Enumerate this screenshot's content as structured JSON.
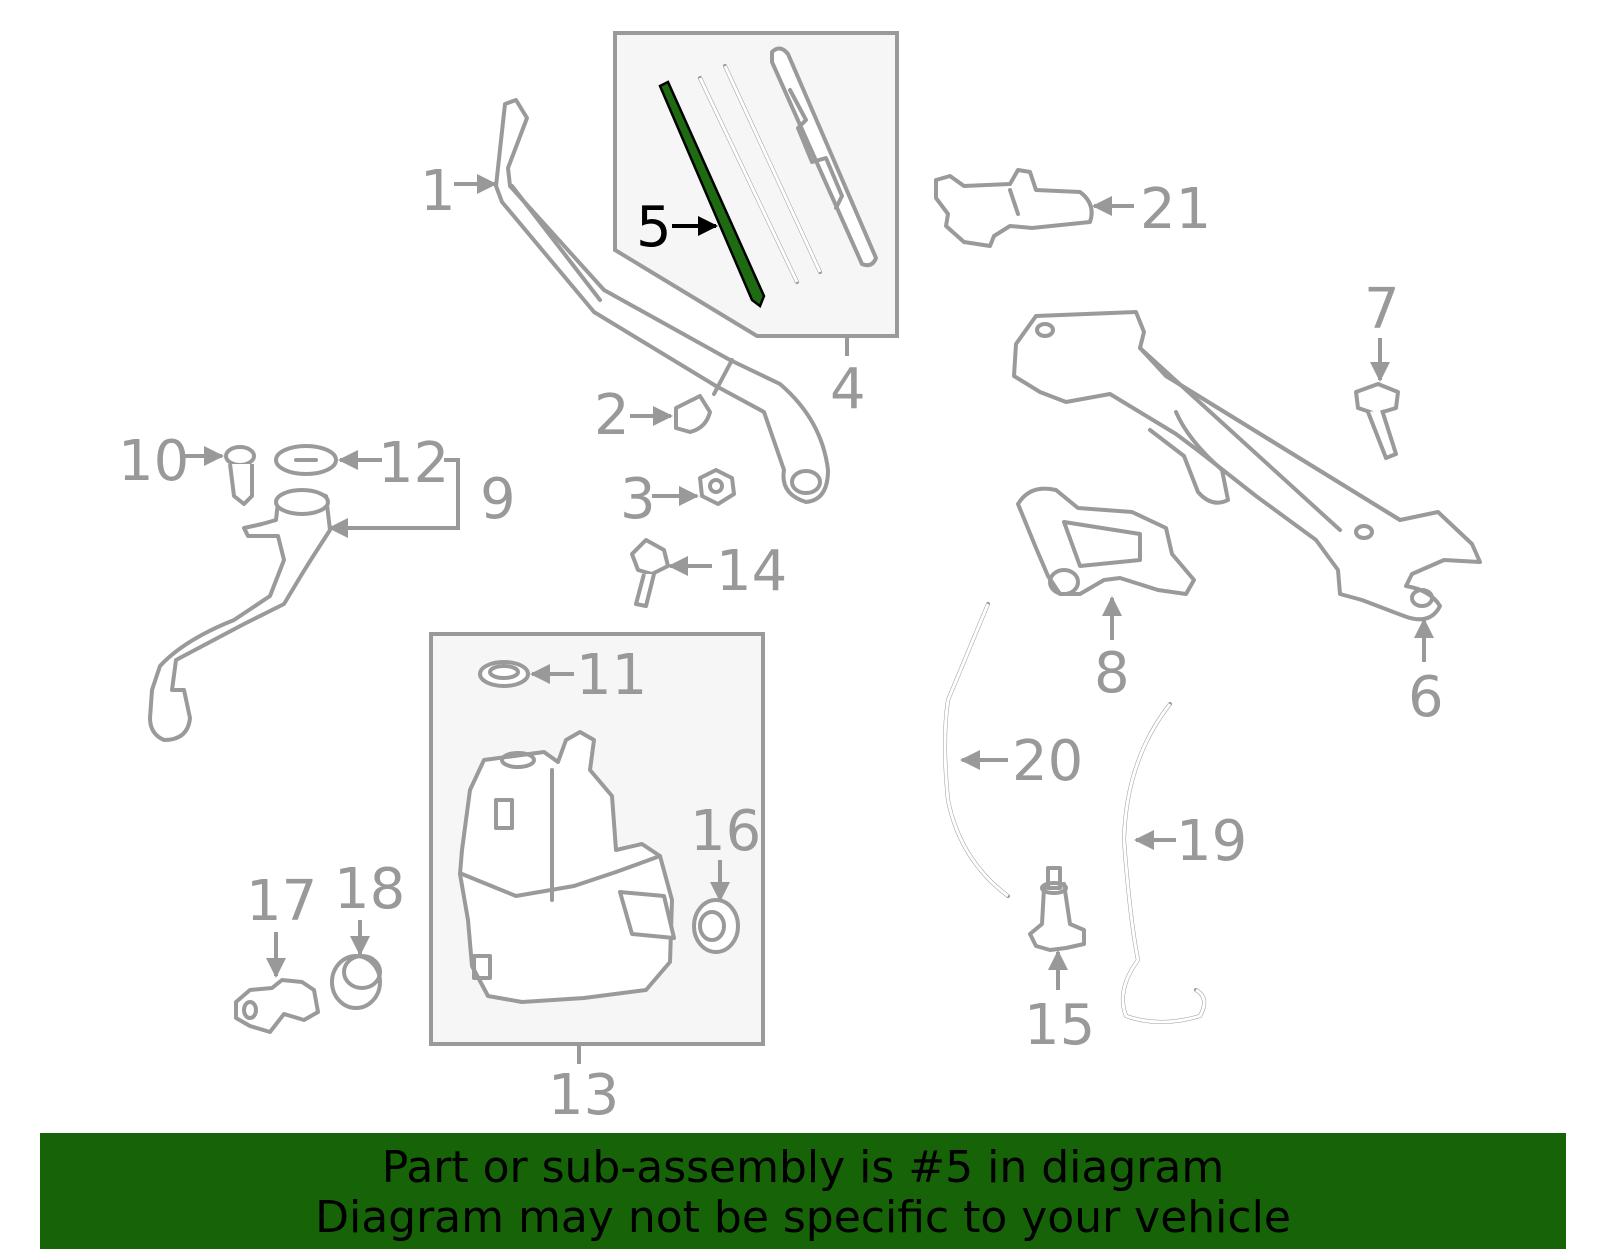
{
  "diagram": {
    "highlight_part": "5",
    "highlight_color": "#1e6b12",
    "banner_color": "#166308",
    "part_labels": {
      "p1": "1",
      "p2": "2",
      "p3": "3",
      "p4": "4",
      "p5": "5",
      "p6": "6",
      "p7": "7",
      "p8": "8",
      "p9": "9",
      "p10": "10",
      "p11": "11",
      "p12": "12",
      "p13": "13",
      "p14": "14",
      "p15": "15",
      "p16": "16",
      "p17": "17",
      "p18": "18",
      "p19": "19",
      "p20": "20",
      "p21": "21"
    }
  },
  "banner": {
    "line1": "Part or sub-assembly is #5 in diagram",
    "line2": "Diagram may not be specific to your vehicle"
  }
}
